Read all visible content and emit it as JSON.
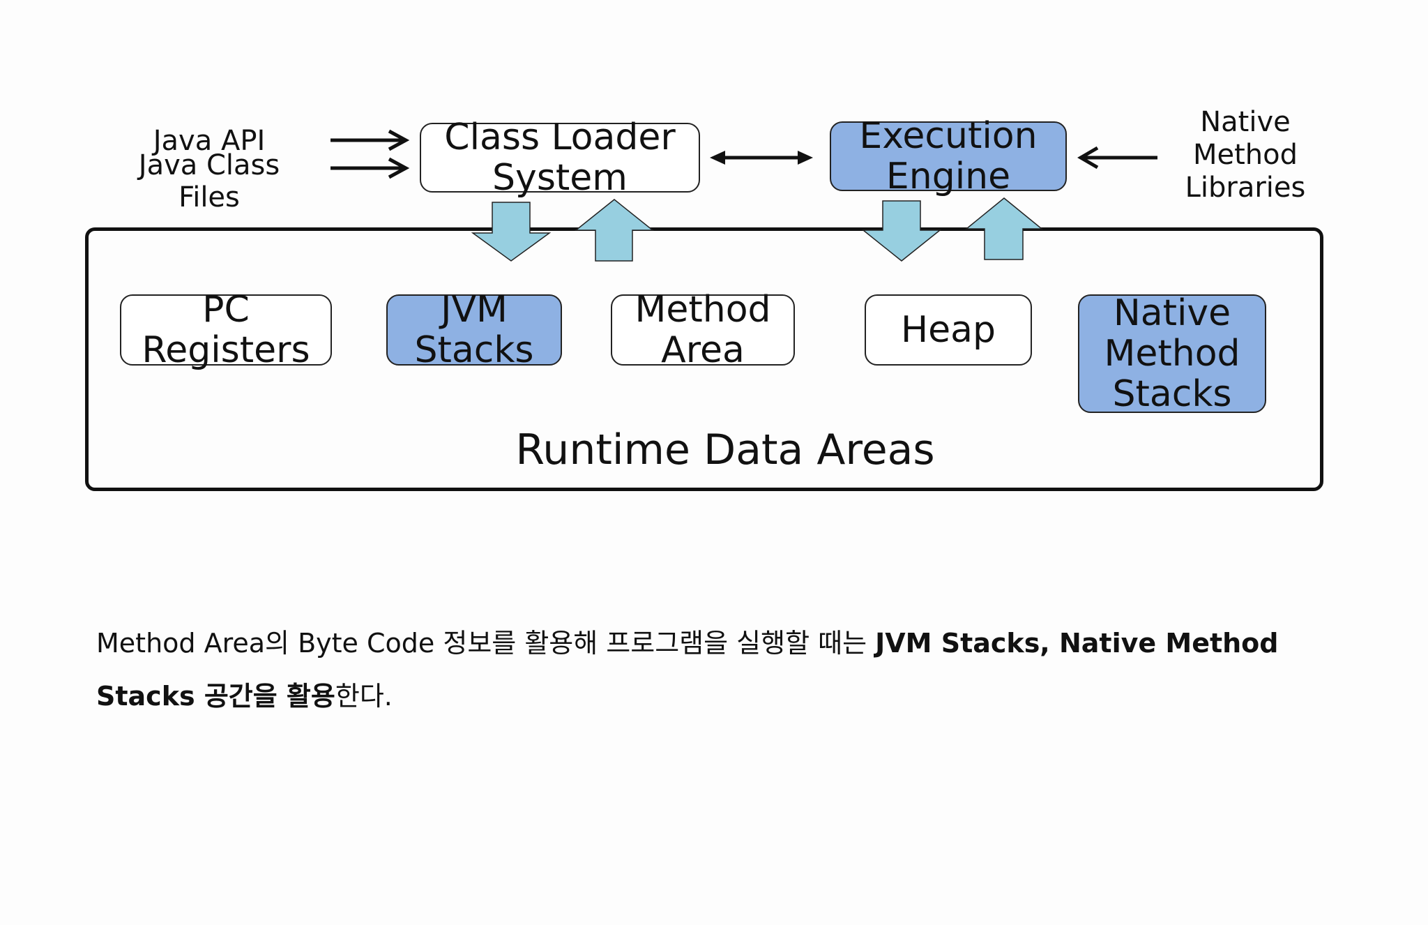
{
  "inputs": {
    "java_api": "Java API",
    "java_class_files": [
      "Java Class",
      "Files"
    ],
    "native_method_libraries": [
      "Native",
      "Method",
      "Libraries"
    ]
  },
  "components": {
    "class_loader": [
      "Class Loader",
      "System"
    ],
    "execution_engine": [
      "Execution",
      "Engine"
    ]
  },
  "runtime": {
    "title": "Runtime Data Areas",
    "areas": {
      "pc_registers": [
        "PC",
        "Registers"
      ],
      "jvm_stacks": [
        "JVM",
        "Stacks"
      ],
      "method_area": [
        "Method",
        "Area"
      ],
      "heap": "Heap",
      "native_method_stacks": [
        "Native",
        "Method",
        "Stacks"
      ]
    }
  },
  "caption": {
    "line1_plain": "Method Area의 Byte Code 정보를 활용해 프로그램을 실행할 때는 ",
    "line1_bold": "JVM Stacks, Native Method",
    "line2_bold": "Stacks 공간을 활용",
    "line2_plain": "한다."
  },
  "colors": {
    "box_fill_highlight": "#8eb1e3",
    "block_arrow_fill": "#97cfe0",
    "line": "#111111"
  }
}
